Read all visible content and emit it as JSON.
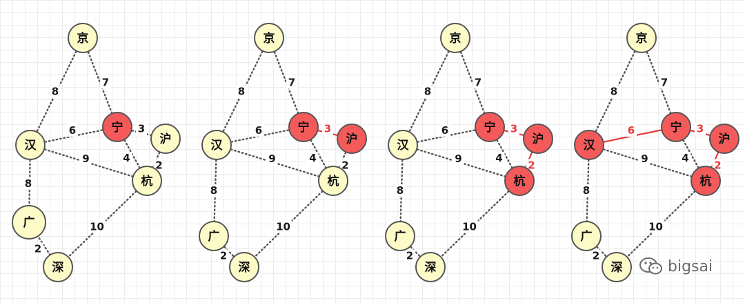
{
  "cities": {
    "jing": "京",
    "han": "汉",
    "ning": "宁",
    "hu": "沪",
    "hang": "杭",
    "guang": "广",
    "shen": "深"
  },
  "colors": {
    "node_default": "#fdfbc8",
    "node_selected": "#f55a5a",
    "edge_default": "#555555",
    "edge_selected": "#e83a3a",
    "label_default": "#1a1a1a",
    "label_selected": "#e83a3a"
  },
  "panels": [
    {
      "selected_nodes": [
        "ning"
      ],
      "selected_edges": [],
      "edges": [
        {
          "from": "jing",
          "to": "han",
          "weight": "8"
        },
        {
          "from": "jing",
          "to": "ning",
          "weight": "7"
        },
        {
          "from": "han",
          "to": "ning",
          "weight": "6"
        },
        {
          "from": "ning",
          "to": "hu",
          "weight": "3"
        },
        {
          "from": "ning",
          "to": "hang",
          "weight": "4"
        },
        {
          "from": "hu",
          "to": "hang",
          "weight": "2"
        },
        {
          "from": "han",
          "to": "hang",
          "weight": "9"
        },
        {
          "from": "han",
          "to": "guang",
          "weight": "8"
        },
        {
          "from": "hang",
          "to": "shen",
          "weight": "10"
        },
        {
          "from": "guang",
          "to": "shen",
          "weight": "2"
        }
      ]
    },
    {
      "selected_nodes": [
        "ning",
        "hu"
      ],
      "selected_edges": [
        "ning-hu"
      ],
      "edges": [
        {
          "from": "jing",
          "to": "han",
          "weight": "8"
        },
        {
          "from": "jing",
          "to": "ning",
          "weight": "7"
        },
        {
          "from": "han",
          "to": "ning",
          "weight": "6"
        },
        {
          "from": "ning",
          "to": "hu",
          "weight": "3"
        },
        {
          "from": "ning",
          "to": "hang",
          "weight": "4"
        },
        {
          "from": "hu",
          "to": "hang",
          "weight": "2"
        },
        {
          "from": "han",
          "to": "hang",
          "weight": "9"
        },
        {
          "from": "han",
          "to": "guang",
          "weight": "8"
        },
        {
          "from": "hang",
          "to": "shen",
          "weight": "10"
        },
        {
          "from": "guang",
          "to": "shen",
          "weight": "2"
        }
      ]
    },
    {
      "selected_nodes": [
        "ning",
        "hu",
        "hang"
      ],
      "selected_edges": [
        "ning-hu",
        "hu-hang"
      ],
      "edges": [
        {
          "from": "jing",
          "to": "han",
          "weight": "8"
        },
        {
          "from": "jing",
          "to": "ning",
          "weight": "7"
        },
        {
          "from": "han",
          "to": "ning",
          "weight": "6"
        },
        {
          "from": "ning",
          "to": "hu",
          "weight": "3"
        },
        {
          "from": "ning",
          "to": "hang",
          "weight": "4"
        },
        {
          "from": "hu",
          "to": "hang",
          "weight": "2"
        },
        {
          "from": "han",
          "to": "hang",
          "weight": "9"
        },
        {
          "from": "han",
          "to": "guang",
          "weight": "8"
        },
        {
          "from": "hang",
          "to": "shen",
          "weight": "10"
        },
        {
          "from": "guang",
          "to": "shen",
          "weight": "2"
        }
      ]
    },
    {
      "selected_nodes": [
        "ning",
        "hu",
        "hang",
        "han"
      ],
      "selected_edges": [
        "ning-hu",
        "hu-hang",
        "han-ning"
      ],
      "edges": [
        {
          "from": "jing",
          "to": "han",
          "weight": "8"
        },
        {
          "from": "jing",
          "to": "ning",
          "weight": "7"
        },
        {
          "from": "han",
          "to": "ning",
          "weight": "6"
        },
        {
          "from": "ning",
          "to": "hu",
          "weight": "3"
        },
        {
          "from": "ning",
          "to": "hang",
          "weight": "4"
        },
        {
          "from": "hu",
          "to": "hang",
          "weight": "2"
        },
        {
          "from": "han",
          "to": "hang",
          "weight": "9"
        },
        {
          "from": "han",
          "to": "guang",
          "weight": "8"
        },
        {
          "from": "hang",
          "to": "shen",
          "weight": "10"
        },
        {
          "from": "guang",
          "to": "shen",
          "weight": "2"
        }
      ]
    }
  ],
  "watermark": {
    "text": "bigsai",
    "icon": "wechat-icon"
  }
}
